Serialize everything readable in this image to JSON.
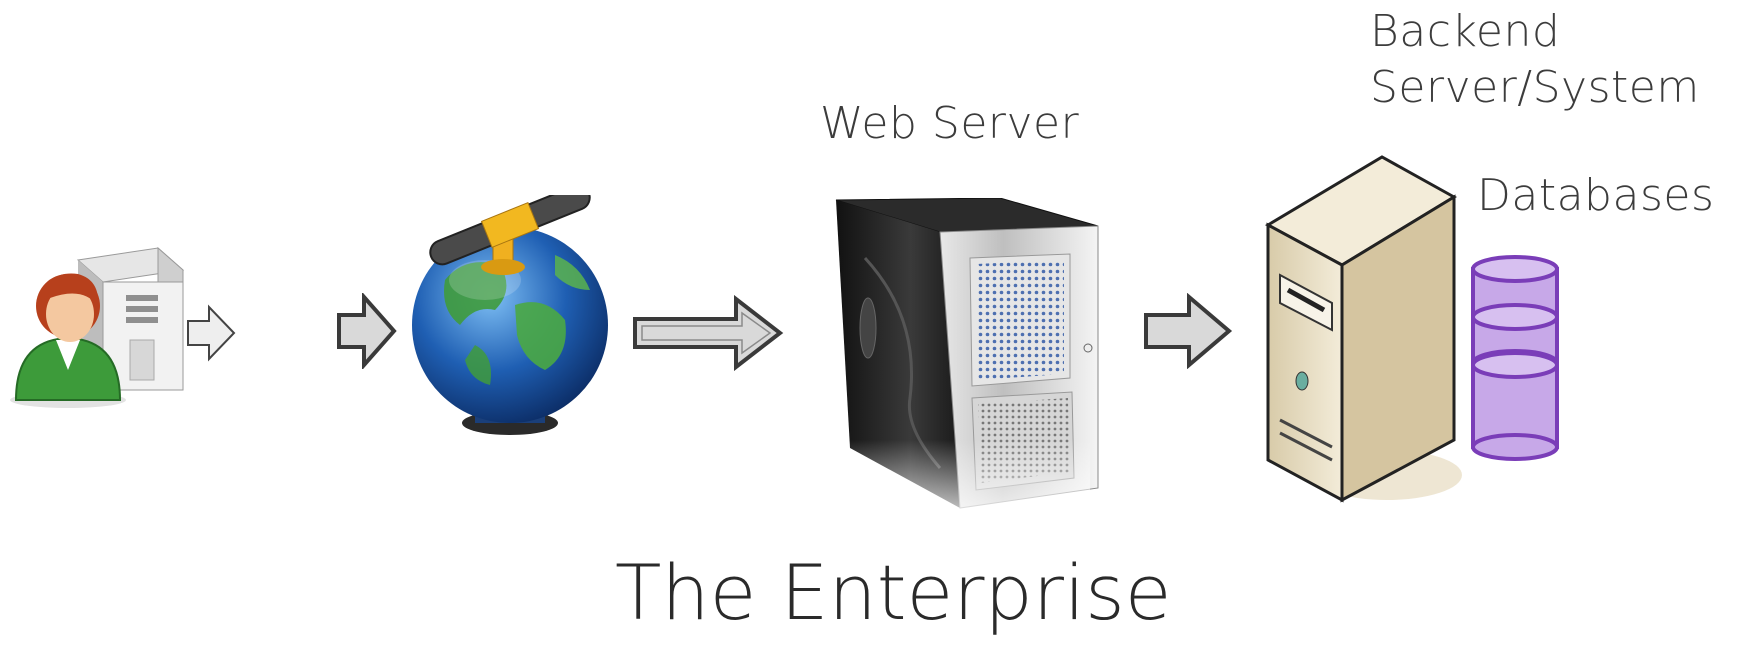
{
  "labels": {
    "web_server": "Web Server",
    "backend_line1": "Backend",
    "backend_line2": "Server/System",
    "databases": "Databases",
    "enterprise": "The Enterprise"
  },
  "icons": [
    "user-computer-icon",
    "internet-globe-icon",
    "web-server-tower-icon",
    "backend-server-icon",
    "database-cylinder-icon",
    "arrow-icon"
  ],
  "colors": {
    "arrow_fill": "#d9d9d9",
    "arrow_stroke": "#3a3a3a",
    "database_fill": "#c7a8e8",
    "database_stroke": "#7a3db8",
    "server_dark": "#2b2b2b",
    "backend_beige": "#e9dfc7",
    "globe_blue": "#1f5fb3",
    "globe_green": "#3f9b3c"
  }
}
